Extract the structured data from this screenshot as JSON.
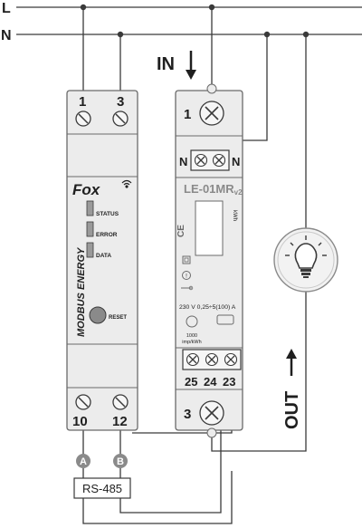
{
  "colors": {
    "wire": "#3a3a3a",
    "module_fill": "#ececec",
    "module_stroke": "#6a6a6a",
    "text": "#1f1f1f",
    "badge": "#8a8a8a",
    "lamp_fill": "#f2f2f2"
  },
  "lines": {
    "L_label": "L",
    "N_label": "N"
  },
  "flow": {
    "in_label": "IN",
    "out_label": "OUT"
  },
  "fox_module": {
    "top_terminals": [
      "1",
      "3"
    ],
    "bottom_terminals": [
      "10",
      "12"
    ],
    "brand": "Fox",
    "side_text": "MODBUS ENERGY",
    "leds": [
      "STATUS",
      "ERROR",
      "DATA"
    ],
    "reset_label": "RESET"
  },
  "meter": {
    "model": "LE-01MR",
    "model_suffix": "v2",
    "kwh_label": "kWh",
    "top_terminal": "1",
    "n_left": "N",
    "n_right": "N",
    "rating": "230 V  0,25÷5(100) A",
    "imp_value": "1000",
    "imp_unit": "imp/kWh",
    "ce_mark": "CE",
    "comm_terminals": [
      "25",
      "24",
      "23"
    ],
    "bottom_terminal": "3"
  },
  "bus": {
    "badge_a": "A",
    "badge_b": "B",
    "label": "RS-485"
  },
  "icons": [
    "screw-terminal-icon",
    "lightbulb-icon",
    "arrow-down-icon",
    "arrow-up-icon",
    "wifi-icon",
    "ce-mark-icon",
    "double-insulation-icon",
    "warning-icon"
  ]
}
